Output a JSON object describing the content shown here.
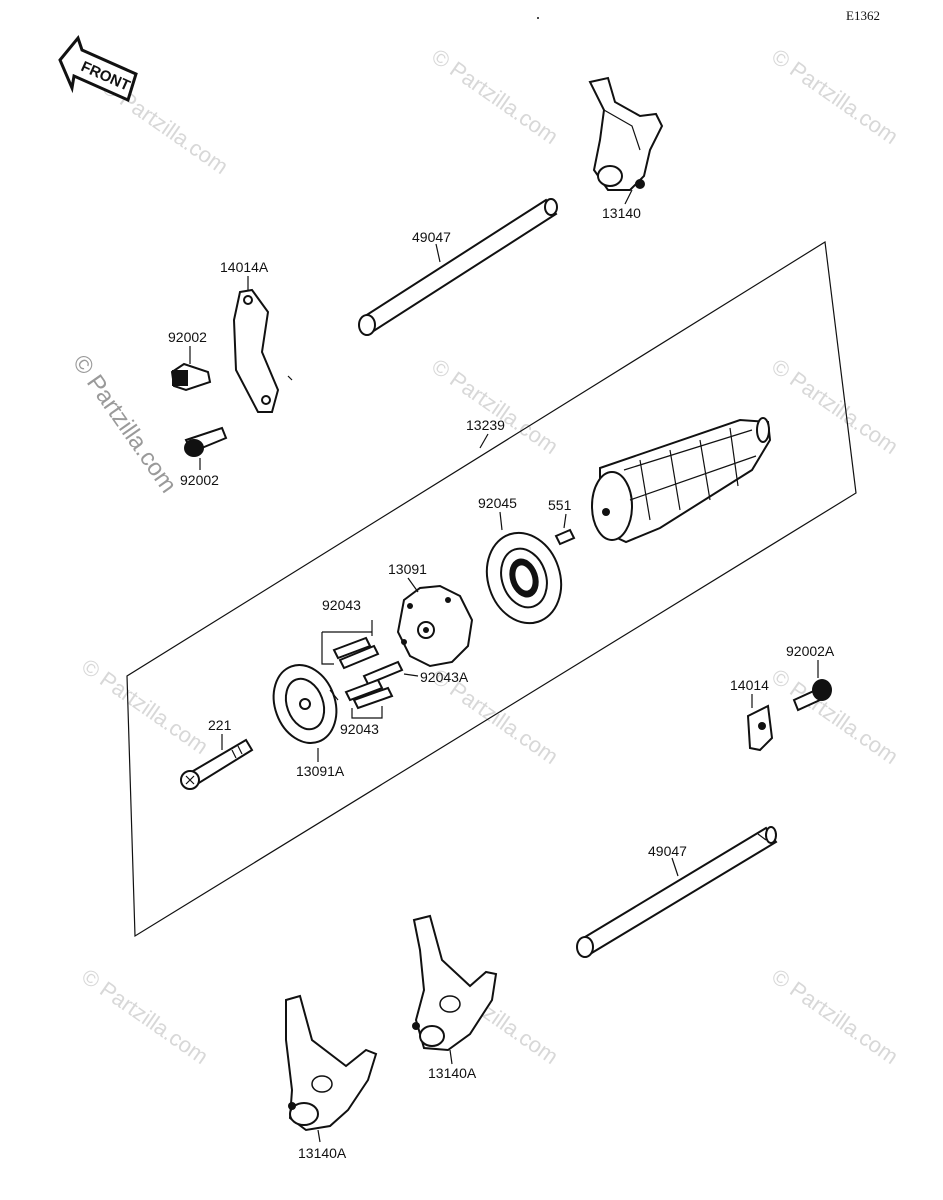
{
  "diagram_code": "E1362",
  "front_label": "FRONT",
  "watermark_text": "© Partzilla.com",
  "colors": {
    "ink": "#111111",
    "watermark": "#d8d8d8",
    "background": "#ffffff"
  },
  "parts": {
    "fork_top": "13140",
    "shaft_top": "49047",
    "plate_a": "14014A",
    "bolt_upper": "92002",
    "bolt_lower": "92002",
    "drum": "13239",
    "bearing": "92045",
    "pin": "551",
    "cam": "13091",
    "pins_upper": "92043",
    "pins_mid": "92043A",
    "pins_lower": "92043",
    "cover": "13091A",
    "screw": "221",
    "bolt_right": "92002A",
    "plate_right": "14014",
    "shaft_bottom": "49047",
    "fork_mid": "13140A",
    "fork_bottom": "13140A"
  }
}
